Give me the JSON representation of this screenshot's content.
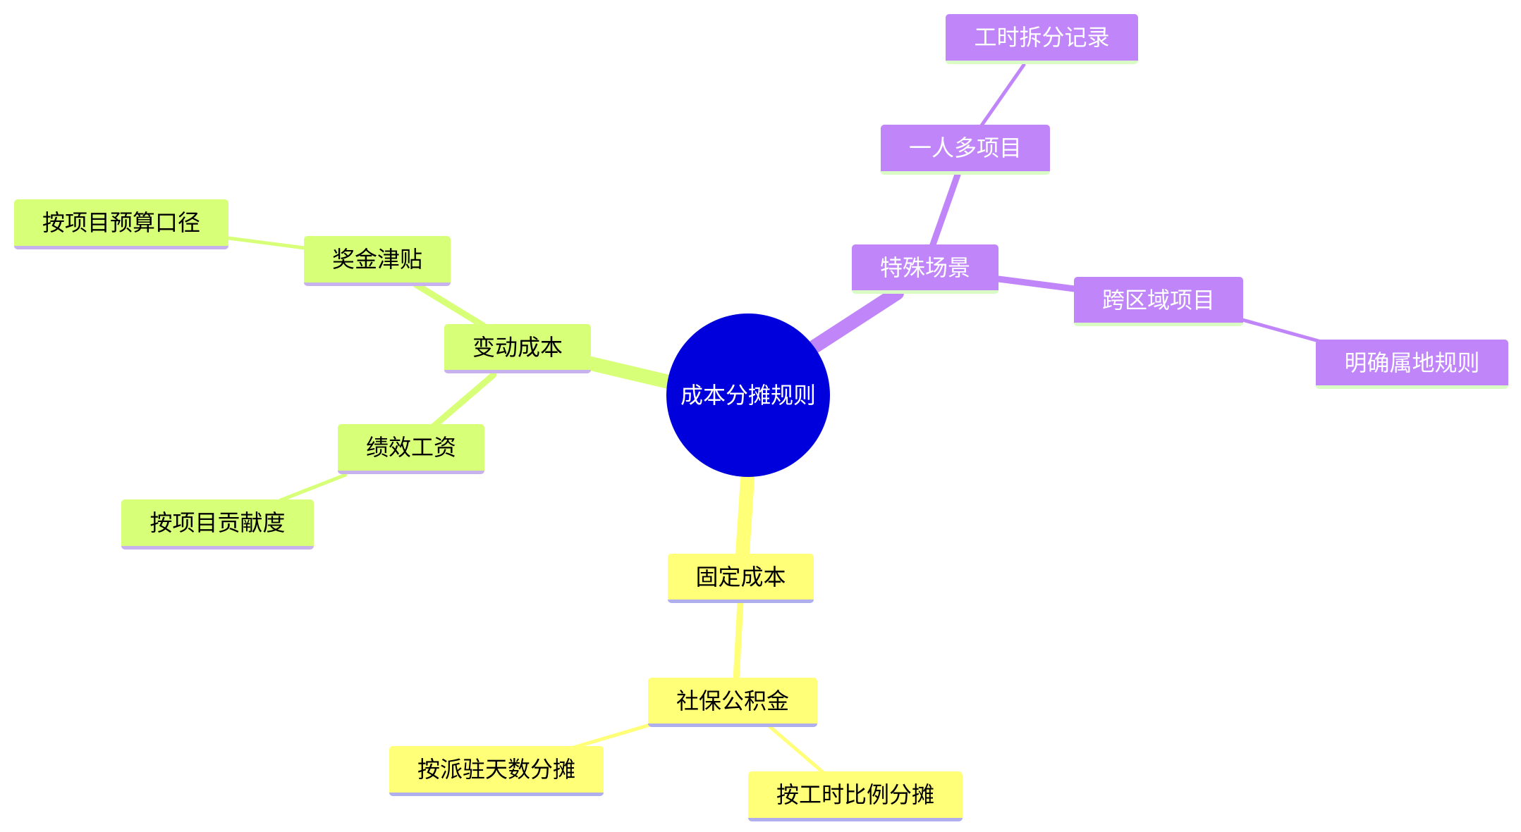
{
  "root": {
    "label": "成本分摊规则"
  },
  "branches": {
    "fixed": {
      "label": "固定成本",
      "social_security": {
        "label": "社保公积金"
      },
      "by_days": {
        "label": "按派驻天数分摊"
      },
      "by_hours": {
        "label": "按工时比例分摊"
      }
    },
    "variable": {
      "label": "变动成本",
      "bonus": {
        "label": "奖金津贴"
      },
      "by_budget": {
        "label": "按项目预算口径"
      },
      "performance": {
        "label": "绩效工资"
      },
      "by_contribution": {
        "label": "按项目贡献度"
      }
    },
    "special": {
      "label": "特殊场景",
      "multi_project": {
        "label": "一人多项目"
      },
      "timesheet": {
        "label": "工时拆分记录"
      },
      "cross_region": {
        "label": "跨区域项目"
      },
      "territory_rule": {
        "label": "明确属地规则"
      }
    }
  },
  "colors": {
    "root": "#0000dd",
    "fixed_fill": "#ffff78",
    "variable_fill": "#d7ff78",
    "special_fill": "#c085f8",
    "fixed_edge": "#ffff78",
    "variable_edge": "#d7ff78",
    "special_edge": "#c085f8"
  }
}
